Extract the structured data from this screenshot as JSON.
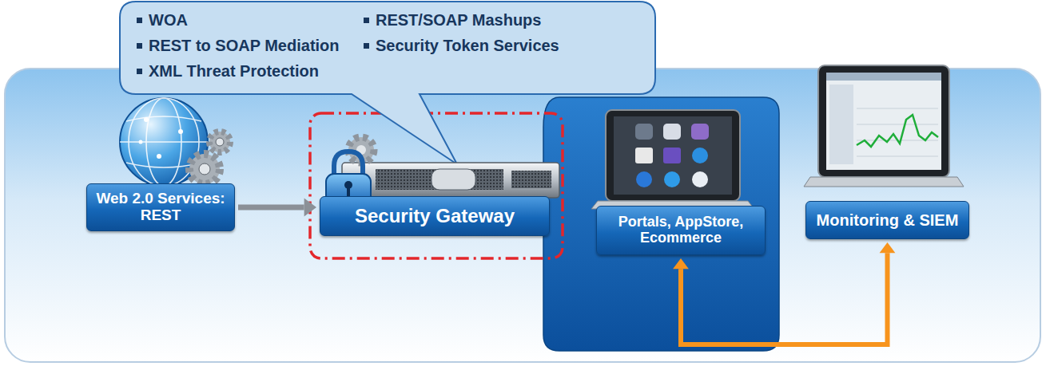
{
  "diagram": {
    "nodes": [
      {
        "text": [
          "WOA",
          "REST to SOAP Mediation",
          "XML Threat Protection",
          "REST/SOAP Mashups",
          "Security Token Services"
        ]
      },
      {
        "text": [
          "Web 2.0 Services: REST"
        ]
      },
      {
        "text": [
          "Security Gateway"
        ]
      },
      {
        "text": [
          "Portals, AppStore, Ecommerce"
        ]
      },
      {
        "text": [
          "Monitoring & SIEM"
        ]
      }
    ],
    "edges": [
      {
        "from": 1,
        "to": 2,
        "arrow": "to"
      },
      {
        "from": 3,
        "to": 4,
        "arrow": "both"
      }
    ]
  }
}
